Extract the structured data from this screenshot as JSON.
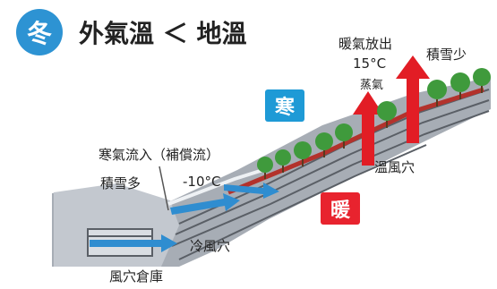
{
  "title": {
    "badge": "冬",
    "text": "外氣溫 ＜ 地溫"
  },
  "labels": {
    "cold_tag": "寒",
    "warm_tag": "暖",
    "warm_air_out": "暖氣放出",
    "temp_warm": "15°C",
    "steam": "蒸氣",
    "snow_less": "積雪少",
    "cold_air_in": "寒氣流入（補償流）",
    "snow_more": "積雪多",
    "temp_cold": "-10°C",
    "warm_hole": "溫風穴",
    "cold_hole": "冷風穴",
    "storage": "風穴倉庫"
  },
  "colors": {
    "badge": "#2d93d3",
    "cold": "#1e9ad6",
    "warm": "#e8232e",
    "ground": "#9aa0a8",
    "rock": "#5a5f66",
    "snow": "#eef1f4",
    "tree": "#3f9a3c"
  },
  "icons": [
    "tree-icon",
    "warm-arrow-icon",
    "cold-arrow-icon",
    "warehouse-icon"
  ]
}
